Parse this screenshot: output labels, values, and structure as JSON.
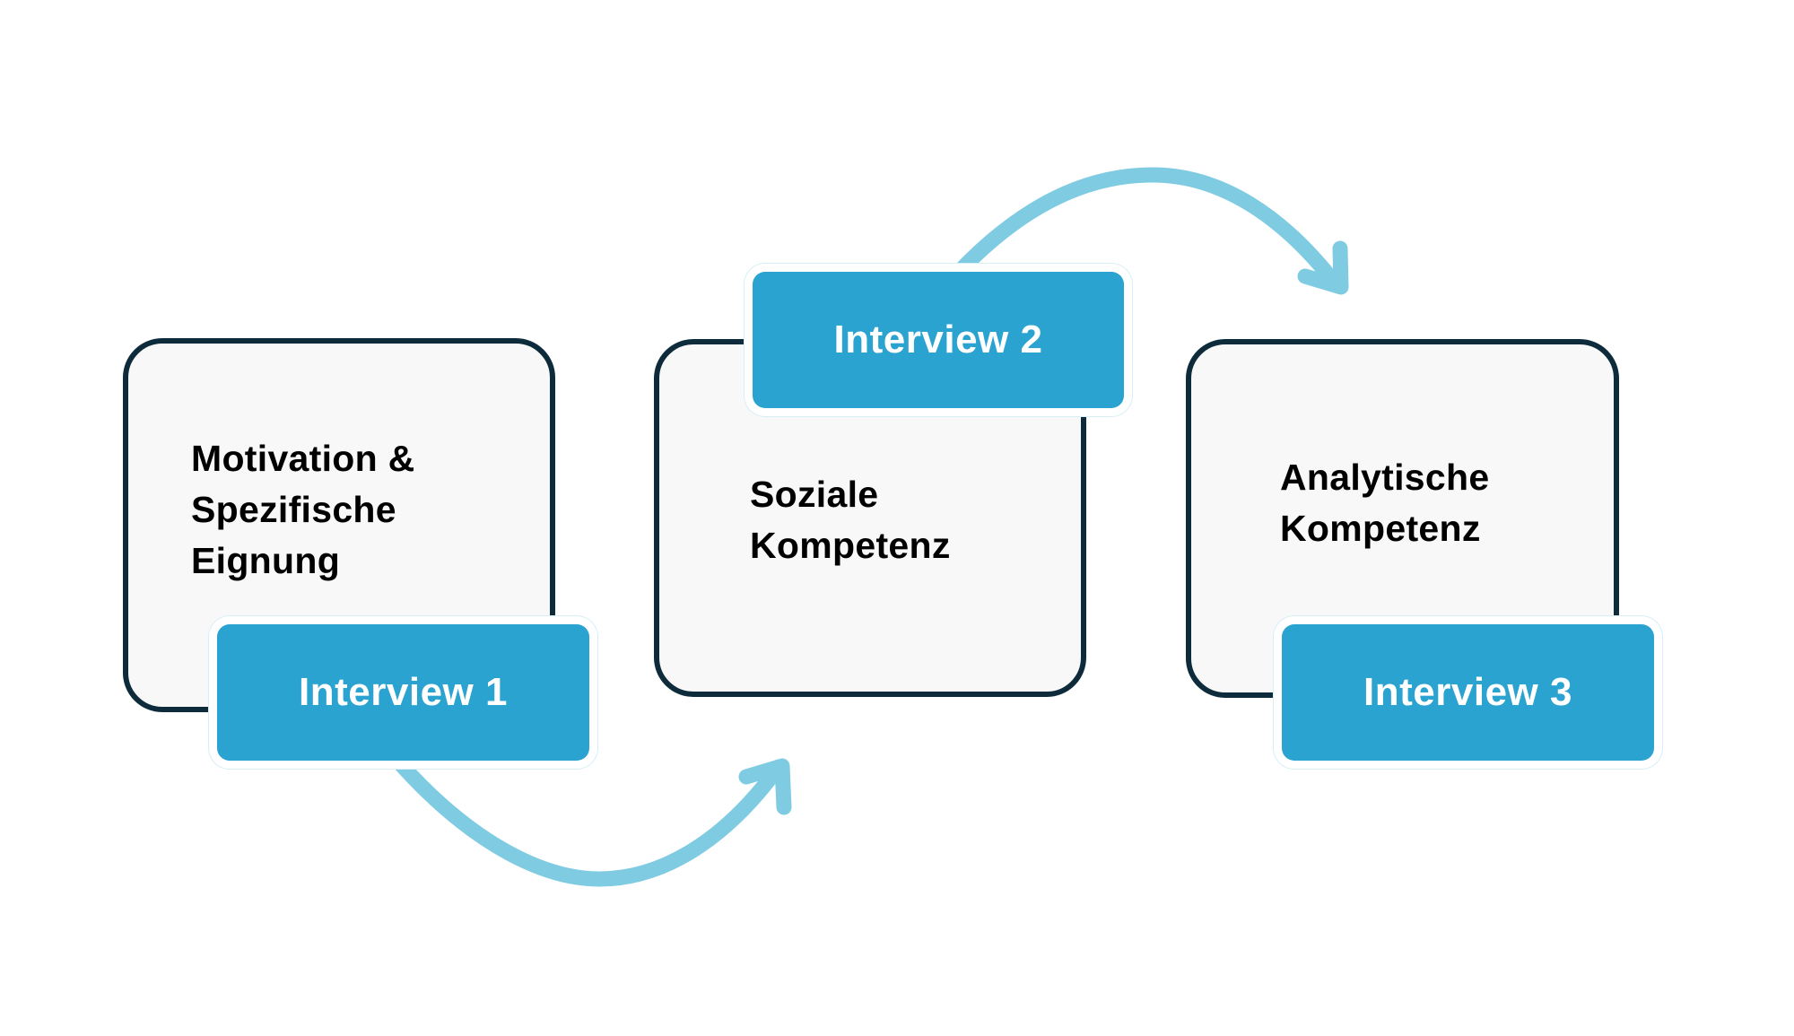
{
  "colors": {
    "card_fill": "#f8f8f8",
    "card_border": "#0d2b3a",
    "badge_fill": "#2ba3d0",
    "badge_text": "#ffffff",
    "arrow": "#7fcce2",
    "text": "#000000"
  },
  "steps": [
    {
      "topic": "Motivation &\nSpezifische\nEignung",
      "badge": "Interview 1"
    },
    {
      "topic": "Soziale\nKompetenz",
      "badge": "Interview 2"
    },
    {
      "topic": "Analytische\nKompetenz",
      "badge": "Interview 3"
    }
  ],
  "connectors": [
    {
      "from": "Interview 1",
      "to": "Interview 2",
      "direction": "curved-down-right",
      "icon": "curved-arrow-icon"
    },
    {
      "from": "Interview 2",
      "to": "Interview 3",
      "direction": "curved-up-right",
      "icon": "curved-arrow-icon"
    }
  ]
}
